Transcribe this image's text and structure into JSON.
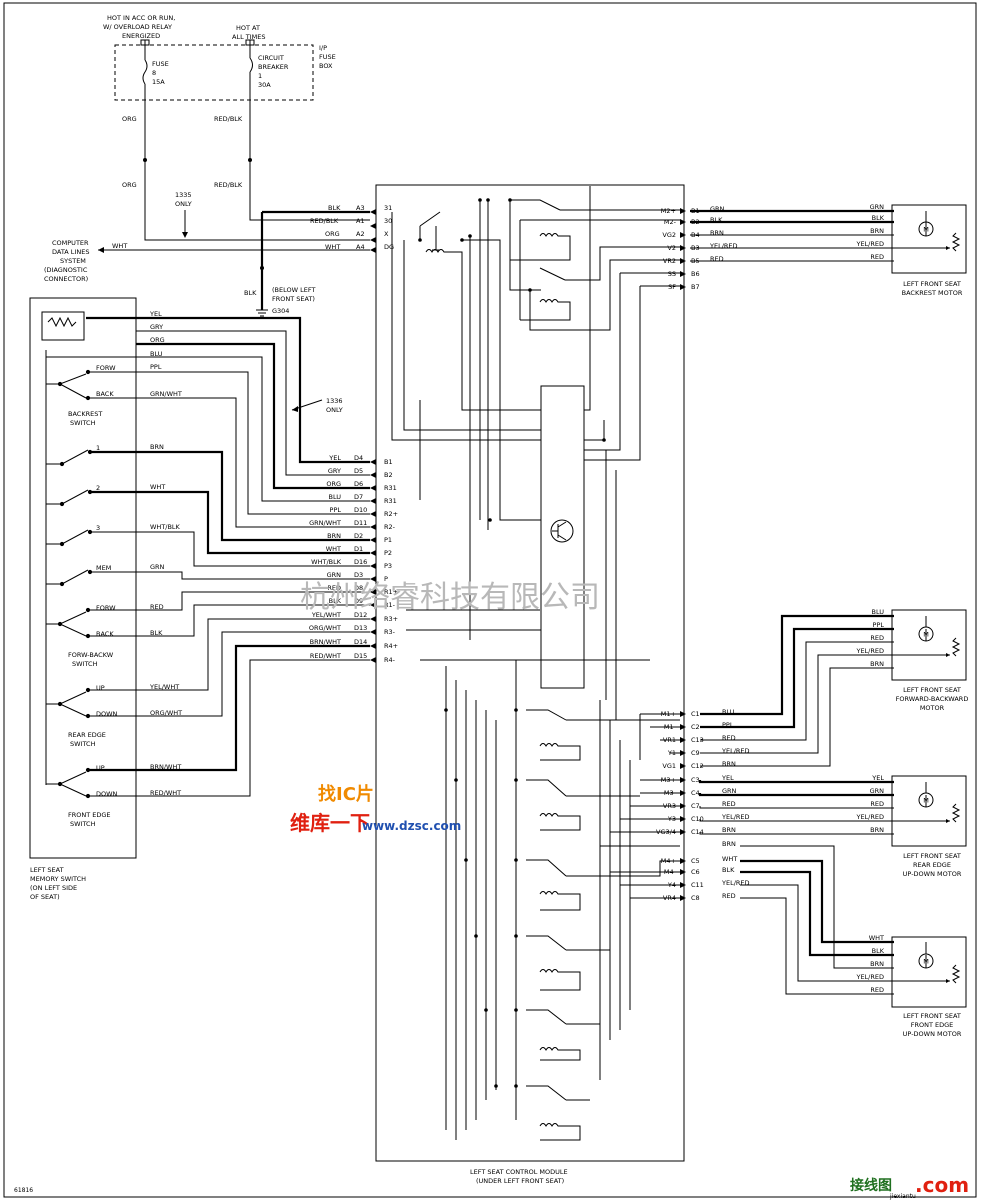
{
  "diagram": {
    "figure_number": "61816",
    "power": {
      "hot_acc_line1": "HOT IN ACC OR RUN,",
      "hot_acc_line2": "W/ OVERLOAD RELAY",
      "hot_acc_line3": "ENERGIZED",
      "hot_all_line1": "HOT AT",
      "hot_all_line2": "ALL TIMES",
      "fuse_line1": "FUSE",
      "fuse_line2": "8",
      "fuse_line3": "15A",
      "breaker_line1": "CIRCUIT",
      "breaker_line2": "BREAKER",
      "breaker_line3": "1",
      "breaker_line4": "30A",
      "box_line1": "I/P",
      "box_line2": "FUSE",
      "box_line3": "BOX",
      "wire_org_top": "ORG",
      "wire_redblk_top": "RED/BLK",
      "wire_org_mid": "ORG",
      "wire_redblk_mid": "RED/BLK",
      "note_1335_line1": "1335",
      "note_1335_line2": "ONLY"
    },
    "diag": {
      "line1": "COMPUTER",
      "line2": "DATA LINES",
      "line3": "SYSTEM",
      "line4": "(DIAGNOSTIC",
      "line5": "CONNECTOR)",
      "wire": "WHT"
    },
    "ground": {
      "wire": "BLK",
      "note_line1": "(BELOW LEFT",
      "note_line2": "FRONT SEAT)",
      "id": "G304"
    },
    "top_connector": [
      {
        "color": "BLK",
        "pin": "A3",
        "term": "31"
      },
      {
        "color": "RED/BLK",
        "pin": "A1",
        "term": "30"
      },
      {
        "color": "ORG",
        "pin": "A2",
        "term": "X"
      },
      {
        "color": "WHT",
        "pin": "A4",
        "term": "DG"
      }
    ],
    "switch": {
      "forw": "FORW",
      "back": "BACK",
      "backrest_line1": "BACKREST",
      "backrest_line2": "SWITCH",
      "mem1": "1",
      "mem2": "2",
      "mem3": "3",
      "mem": "MEM",
      "forw2": "FORW",
      "back2": "BACK",
      "fb_line1": "FORW-BACKW",
      "fb_line2": "SWITCH",
      "up1": "UP",
      "down1": "DOWN",
      "rear_line1": "REAR EDGE",
      "rear_line2": "SWITCH",
      "up2": "UP",
      "down2": "DOWN",
      "front_line1": "FRONT EDGE",
      "front_line2": "SWITCH",
      "mem_switch_line1": "LEFT SEAT",
      "mem_switch_line2": "MEMORY SWITCH",
      "mem_switch_line3": "(ON LEFT SIDE",
      "mem_switch_line4": "OF SEAT)"
    },
    "switch_wires": {
      "yel": "YEL",
      "gry": "GRY",
      "org": "ORG",
      "blu": "BLU",
      "ppl": "PPL",
      "grnwht": "GRN/WHT",
      "brn": "BRN",
      "wht": "WHT",
      "whtblk": "WHT/BLK",
      "grn": "GRN",
      "red": "RED",
      "blk": "BLK",
      "yelwht": "YEL/WHT",
      "orgwht": "ORG/WHT",
      "brnwht": "BRN/WHT",
      "redwht": "RED/WHT"
    },
    "note_1336_line1": "1336",
    "note_1336_line2": "ONLY",
    "d_connector": [
      {
        "color": "YEL",
        "pin": "D4",
        "term": "B1"
      },
      {
        "color": "GRY",
        "pin": "D5",
        "term": "B2"
      },
      {
        "color": "ORG",
        "pin": "D6",
        "term": "R31"
      },
      {
        "color": "BLU",
        "pin": "D7",
        "term": "R31"
      },
      {
        "color": "PPL",
        "pin": "D10",
        "term": "R2+"
      },
      {
        "color": "GRN/WHT",
        "pin": "D11",
        "term": "R2-"
      },
      {
        "color": "BRN",
        "pin": "D2",
        "term": "P1"
      },
      {
        "color": "WHT",
        "pin": "D1",
        "term": "P2"
      },
      {
        "color": "WHT/BLK",
        "pin": "D16",
        "term": "P3"
      },
      {
        "color": "GRN",
        "pin": "D3",
        "term": "P"
      },
      {
        "color": "RED",
        "pin": "D8",
        "term": "R1+"
      },
      {
        "color": "BLK",
        "pin": "D9",
        "term": "R1-"
      },
      {
        "color": "YEL/WHT",
        "pin": "D12",
        "term": "R3+"
      },
      {
        "color": "ORG/WHT",
        "pin": "D13",
        "term": "R3-"
      },
      {
        "color": "BRN/WHT",
        "pin": "D14",
        "term": "R4+"
      },
      {
        "color": "RED/WHT",
        "pin": "D15",
        "term": "R4-"
      }
    ],
    "b_connector": [
      {
        "term": "M2+",
        "pin": "B1",
        "color": "GRN"
      },
      {
        "term": "M2-",
        "pin": "B2",
        "color": "BLK"
      },
      {
        "term": "VG2",
        "pin": "B4",
        "color": "BRN"
      },
      {
        "term": "V2",
        "pin": "B3",
        "color": "YEL/RED"
      },
      {
        "term": "VR2",
        "pin": "B5",
        "color": "RED"
      },
      {
        "term": "SS",
        "pin": "B6",
        "color": ""
      },
      {
        "term": "SF",
        "pin": "B7",
        "color": ""
      }
    ],
    "c_connector": [
      {
        "term": "M1+",
        "pin": "C1",
        "color": "BLU"
      },
      {
        "term": "M1-",
        "pin": "C2",
        "color": "PPL"
      },
      {
        "term": "VR1",
        "pin": "C13",
        "color": "RED"
      },
      {
        "term": "Y1",
        "pin": "C9",
        "color": "YEL/RED"
      },
      {
        "term": "VG1",
        "pin": "C12",
        "color": "BRN"
      },
      {
        "term": "M3+",
        "pin": "C3",
        "color": "YEL"
      },
      {
        "term": "M3-",
        "pin": "C4",
        "color": "GRN"
      },
      {
        "term": "VR3",
        "pin": "C7",
        "color": "RED"
      },
      {
        "term": "Y3",
        "pin": "C10",
        "color": "YEL/RED"
      },
      {
        "term": "VG3/4",
        "pin": "C14",
        "color": "BRN"
      },
      {
        "term": "",
        "pin": "",
        "color": "BRN"
      },
      {
        "term": "M4+",
        "pin": "C5",
        "color": "WHT"
      },
      {
        "term": "M4-",
        "pin": "C6",
        "color": "BLK"
      },
      {
        "term": "Y4",
        "pin": "C11",
        "color": "YEL/RED"
      },
      {
        "term": "VR4",
        "pin": "C8",
        "color": "RED"
      }
    ],
    "motors": {
      "backrest": {
        "wires": [
          "GRN",
          "BLK",
          "BRN",
          "YEL/RED",
          "RED"
        ],
        "line1": "LEFT FRONT SEAT",
        "line2": "BACKREST MOTOR",
        "line3": ""
      },
      "fb": {
        "wires": [
          "BLU",
          "PPL",
          "RED",
          "YEL/RED",
          "BRN"
        ],
        "line1": "LEFT FRONT SEAT",
        "line2": "FORWARD-BACKWARD",
        "line3": "MOTOR"
      },
      "rear": {
        "wires": [
          "YEL",
          "GRN",
          "RED",
          "YEL/RED",
          "BRN"
        ],
        "line1": "LEFT FRONT SEAT",
        "line2": "REAR EDGE",
        "line3": "UP-DOWN MOTOR"
      },
      "front": {
        "wires": [
          "WHT",
          "BLK",
          "BRN",
          "YEL/RED",
          "RED"
        ],
        "line1": "LEFT FRONT SEAT",
        "line2": "FRONT EDGE",
        "line3": "UP-DOWN MOTOR"
      },
      "symbol": "M"
    },
    "module_line1": "LEFT SEAT CONTROL MODULE",
    "module_line2": "(UNDER LEFT FRONT SEAT)",
    "watermarks": {
      "cn_company": "杭州络睿科技有限公司",
      "dzsc_top": "找IC片",
      "dzsc_red": "维库一下",
      "dzsc_url": "www.dzsc.com",
      "jiexian_cn": "接线图",
      "jiexian_com": ".com",
      "jiexian_url": "jiexiantu"
    }
  }
}
